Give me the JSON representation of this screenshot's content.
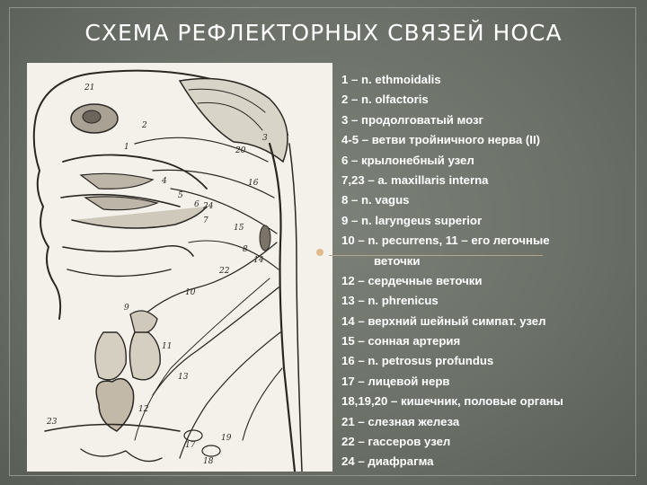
{
  "title": "СХЕМА РЕФЛЕКТОРНЫХ СВЯЗЕЙ НОСА",
  "legend": [
    "1 – n. ethmoidalis",
    "2 – n. olfactoris",
    "3 – продолговатый мозг",
    "4-5 – ветви тройничного нерва (II)",
    "6 – крылонебный узел",
    "7,23 – a. maxillaris interna",
    "8 – n. vagus",
    "9 – n. laryngeus superior",
    "10 – n. pecurrens, 11 – его легочные",
    "веточки",
    "12 – сердечные веточки",
    "13 – n. phrenicus",
    "14 – верхний шейный симпат. узел",
    "15 – сонная артерия",
    "16 – n. petrosus profundus",
    "17 – лицевой нерв",
    "18,19,20 – кишечник, половые органы",
    "21 – слезная железа",
    "22 – гассеров узел",
    "24 – диафрагма"
  ],
  "figure_labels": [
    "21",
    "1",
    "2",
    "3",
    "4",
    "5",
    "6",
    "7",
    "8",
    "9",
    "10",
    "11",
    "12",
    "13",
    "14",
    "15",
    "16",
    "17",
    "18",
    "19",
    "20",
    "22",
    "23",
    "24"
  ]
}
